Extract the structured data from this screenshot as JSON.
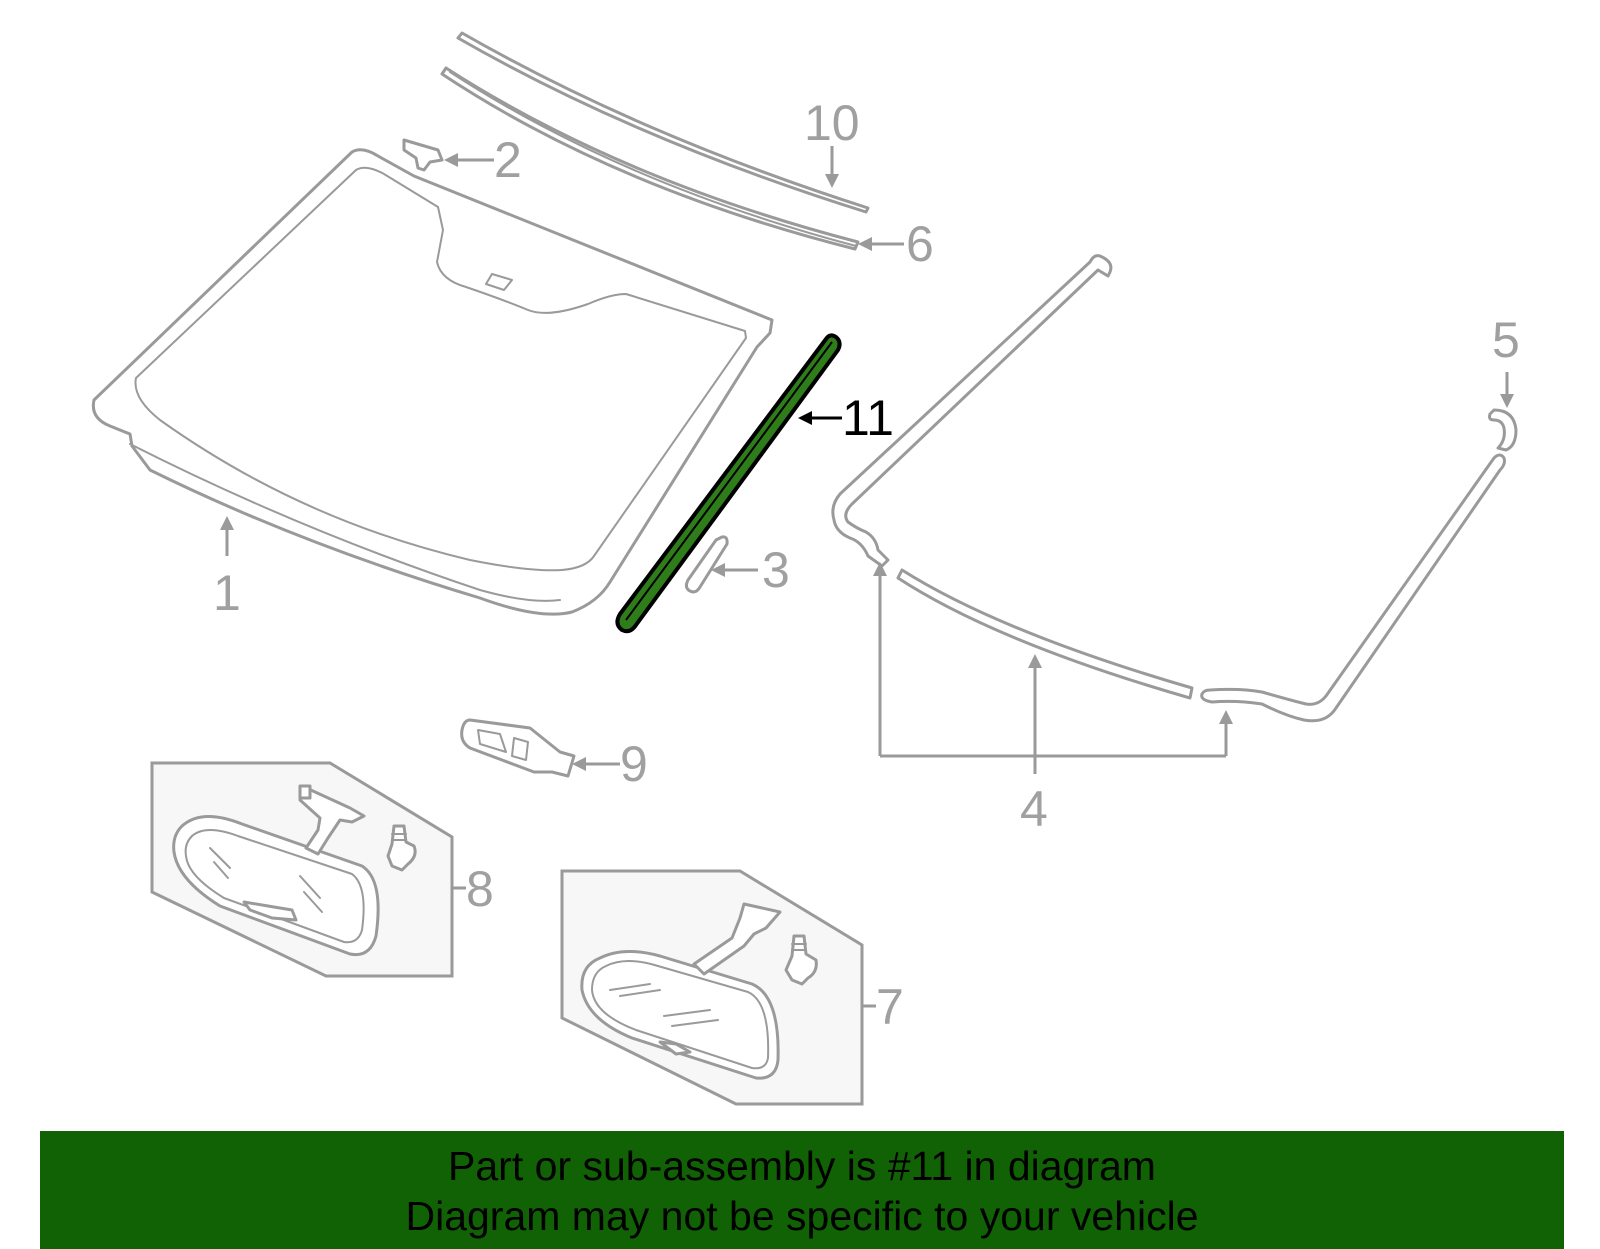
{
  "callouts": {
    "p1": "1",
    "p2": "2",
    "p3": "3",
    "p4": "4",
    "p5": "5",
    "p6": "6",
    "p7": "7",
    "p8": "8",
    "p9": "9",
    "p10": "10",
    "p11": "11"
  },
  "highlighted_part": "11",
  "highlight_color": "#2e7d1a",
  "banner": {
    "line1": "Part or sub-assembly is #11 in diagram",
    "line2": "Diagram may not be specific to your vehicle",
    "background": "#116205"
  }
}
